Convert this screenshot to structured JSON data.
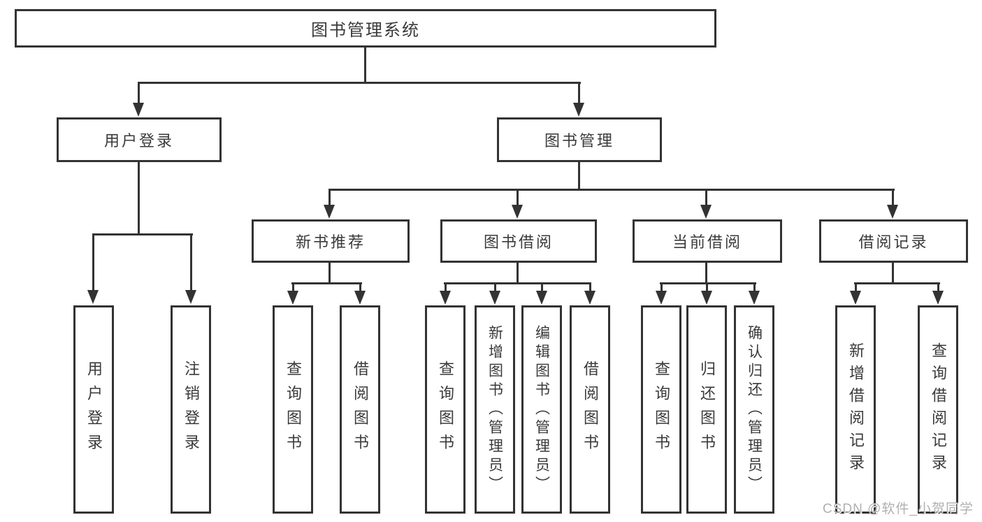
{
  "diagram": {
    "root": {
      "label": "图书管理系统"
    },
    "level2": [
      {
        "label": "用户登录"
      },
      {
        "label": "图书管理"
      }
    ],
    "level3": [
      {
        "label": "新书推荐"
      },
      {
        "label": "图书借阅"
      },
      {
        "label": "当前借阅"
      },
      {
        "label": "借阅记录"
      }
    ],
    "leaves": {
      "user_login": [
        "用户登录",
        "注销登录"
      ],
      "new_book": [
        "查询图书",
        "借阅图书"
      ],
      "book_borrow": [
        "查询图书",
        "新增图书（管理员）",
        "编辑图书（管理员）",
        "借阅图书"
      ],
      "current_borrow": [
        "查询图书",
        "归还图书",
        "确认归还（管理员）"
      ],
      "borrow_record": [
        "新增借阅记录",
        "查询借阅记录"
      ]
    }
  },
  "watermark": {
    "text": "CSDN @软件_小贺同学"
  },
  "colors": {
    "line": "#333333",
    "box_border": "#333333",
    "text": "#3a3a3a",
    "watermark": "#b0b0b0",
    "background": "#ffffff"
  }
}
